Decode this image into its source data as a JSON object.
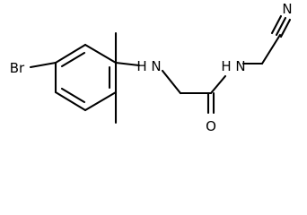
{
  "molecule": {
    "atom_labels": {
      "bromine": "Br",
      "aryl_amine": "H N",
      "amide_nh": "H N",
      "carbonyl_oxygen": "O",
      "nitrile_nitrogen": "N"
    }
  }
}
